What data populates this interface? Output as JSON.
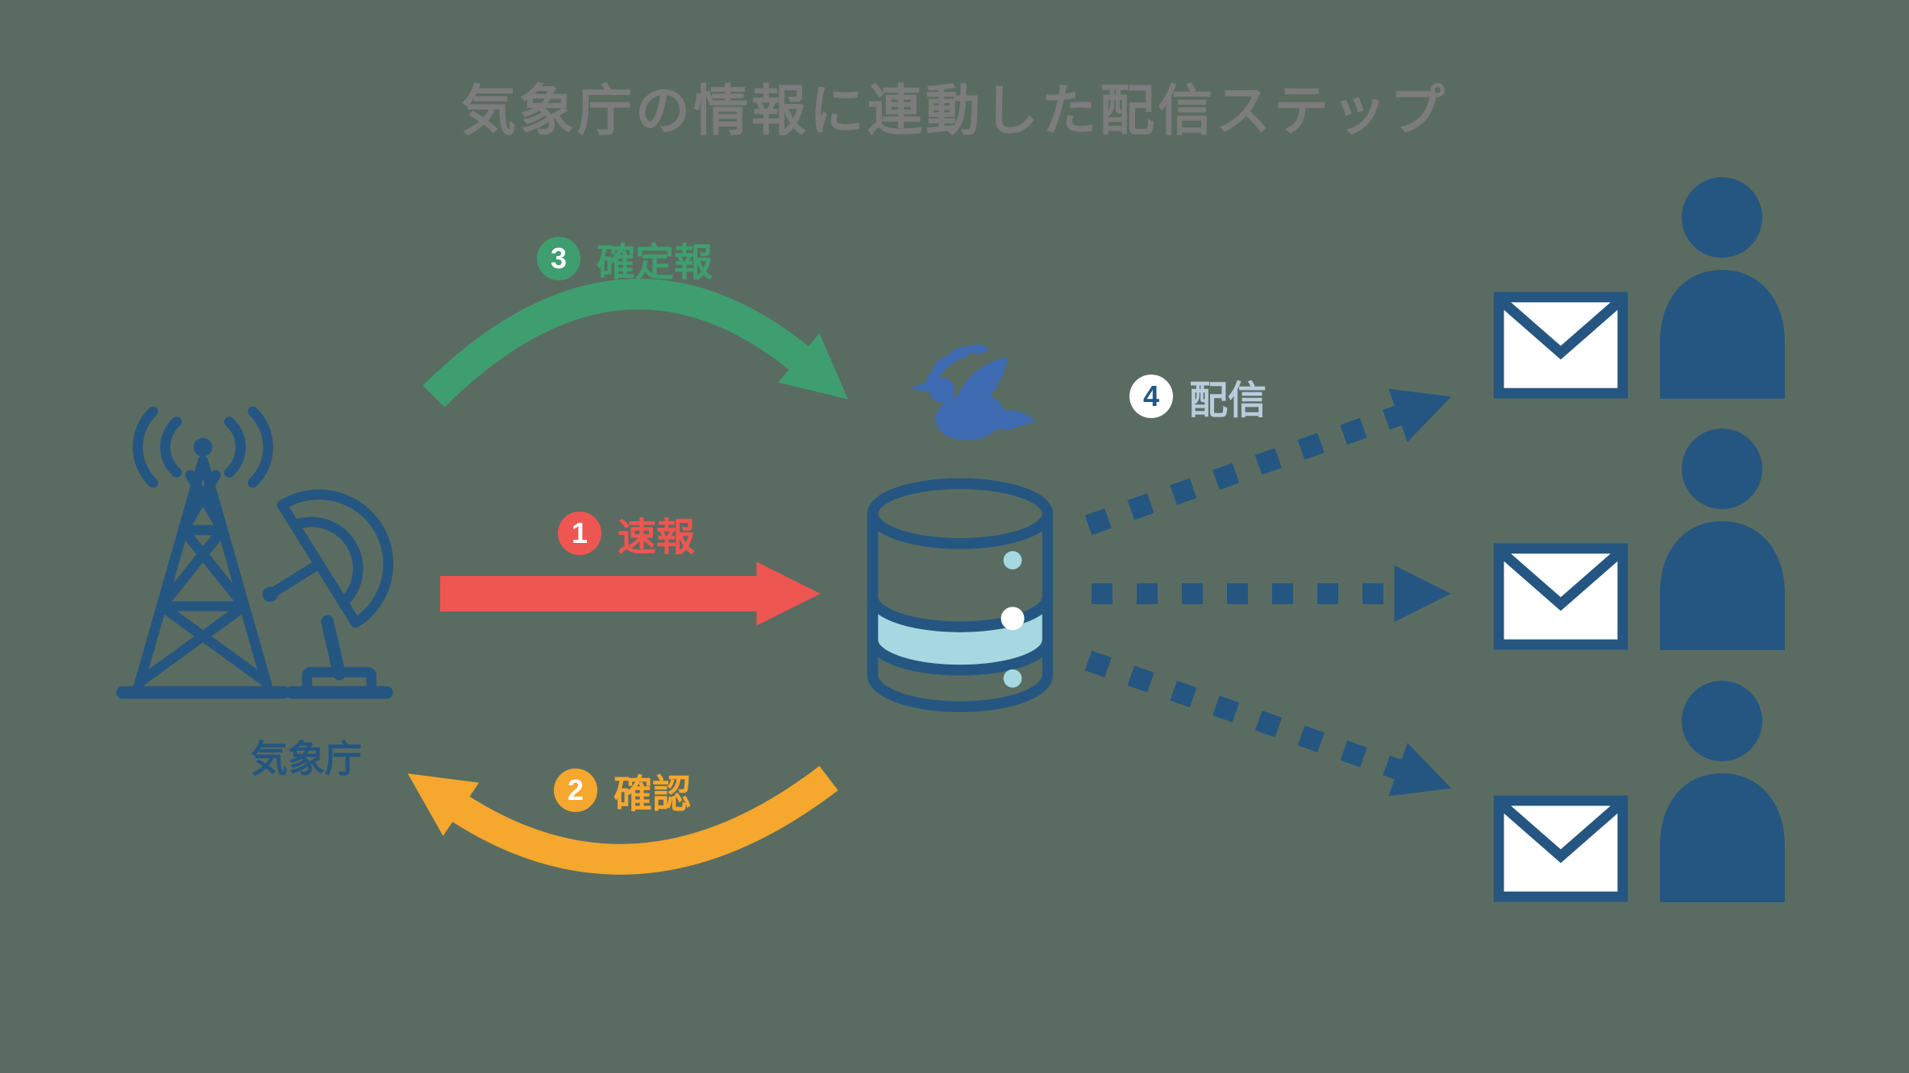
{
  "title": "気象庁の情報に連動した配信ステップ",
  "source": {
    "label": "気象庁",
    "icon": "broadcast-tower-satellite-icon"
  },
  "hub": {
    "icons": [
      "dove-icon",
      "database-icon"
    ]
  },
  "steps": {
    "sokuho": {
      "num": "1",
      "label": "速報"
    },
    "kakunin": {
      "num": "2",
      "label": "確認"
    },
    "kakuteiho": {
      "num": "3",
      "label": "確定報"
    },
    "haishin": {
      "num": "4",
      "label": "配信"
    }
  },
  "recipients": {
    "count": 3,
    "icons": [
      "envelope-icon",
      "person-icon"
    ]
  },
  "colors": {
    "background": "#5a6c61",
    "title": "#7c7c7c",
    "navy": "#255681",
    "dove": "#3e6bb1",
    "band": "#a5d8e0",
    "green": "#3f9e70",
    "red": "#ee5651",
    "orange": "#f6a72d",
    "deliver_label": "#b9cbdc",
    "badge_4_bg": "#ffffff",
    "badge_4_text": "#255681",
    "envelope": "#ffffff"
  }
}
